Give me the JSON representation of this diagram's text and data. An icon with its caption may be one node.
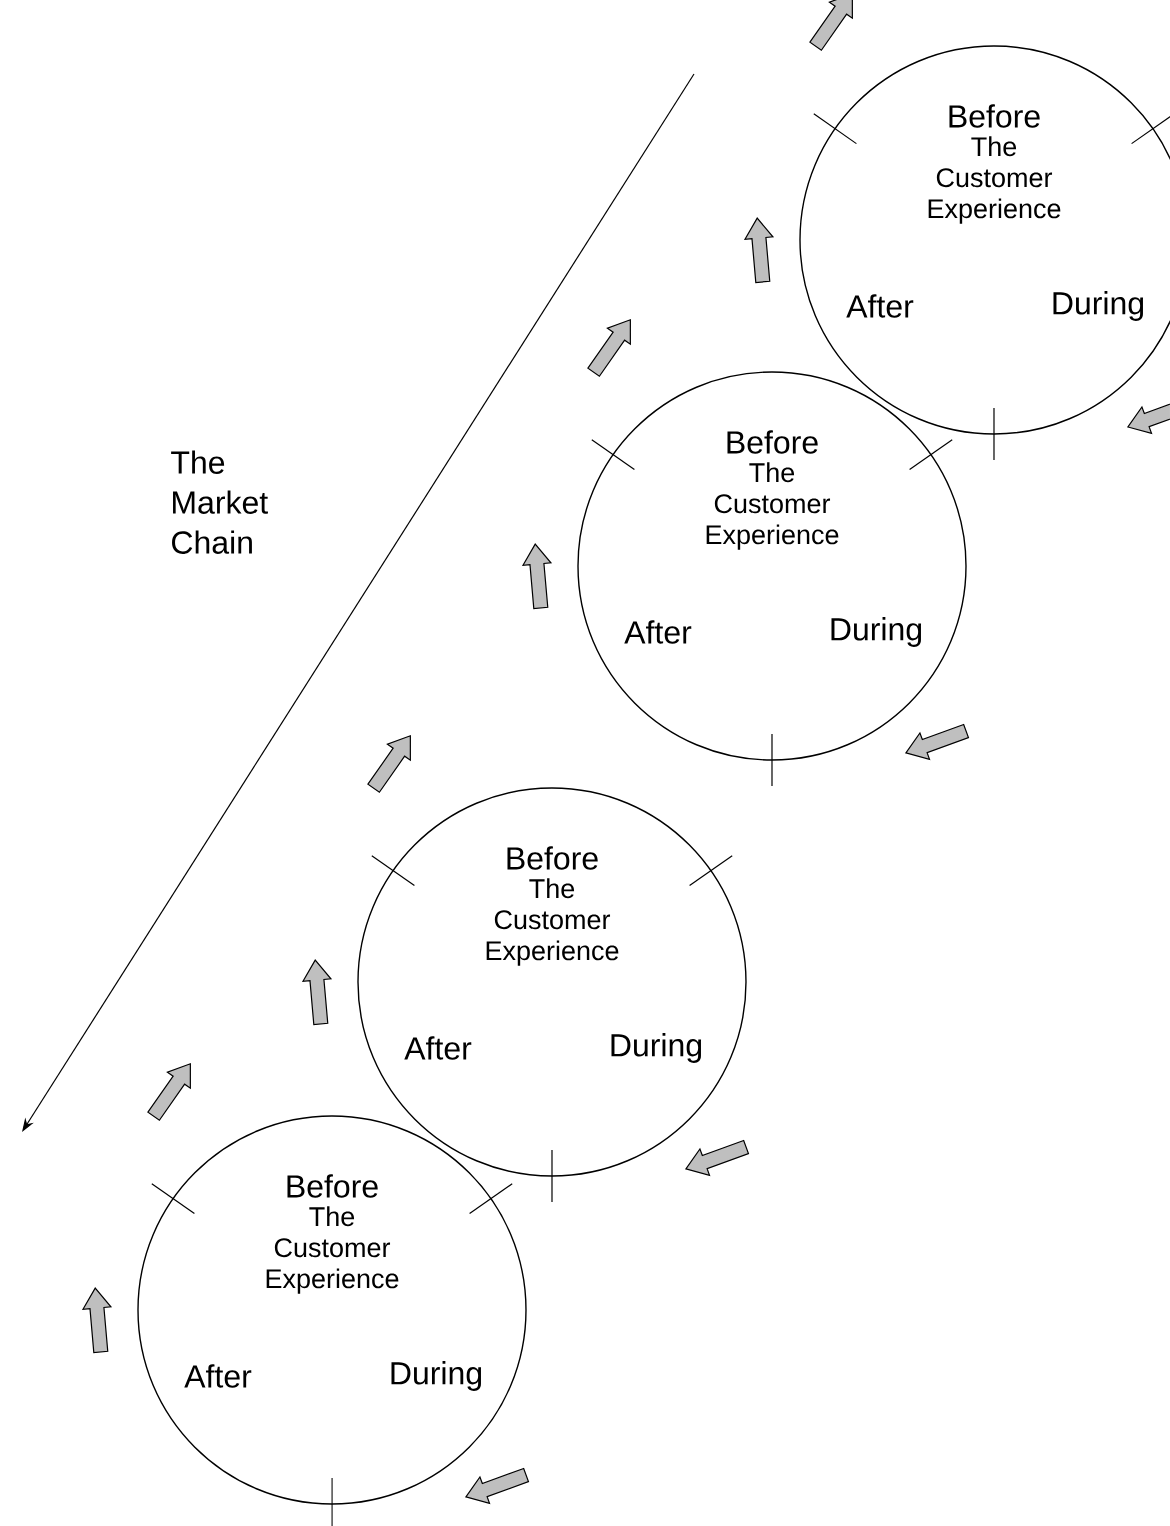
{
  "diagram": {
    "nodes": [
      {
        "text": [
          "Before",
          "The Customer Experience",
          "After",
          "During"
        ]
      },
      {
        "text": [
          "Before",
          "The Customer Experience",
          "After",
          "During"
        ]
      },
      {
        "text": [
          "Before",
          "The Customer Experience",
          "After",
          "During"
        ]
      },
      {
        "text": [
          "Before",
          "The Customer Experience",
          "After",
          "During"
        ]
      }
    ],
    "labels": [
      "The Market Chain"
    ]
  }
}
